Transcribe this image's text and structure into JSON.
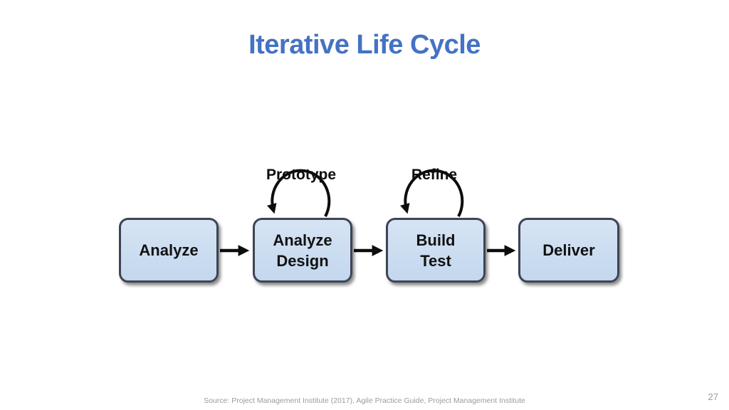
{
  "slide": {
    "title": "Iterative Life Cycle",
    "page_number": "27",
    "source_citation": "Source: Project Management Institute (2017), Agile Practice Guide, Project Management Institute"
  },
  "diagram": {
    "type": "flow-diagram",
    "boxes": [
      {
        "name": "analyze",
        "lines": [
          "Analyze"
        ]
      },
      {
        "name": "analyze-design",
        "lines": [
          "Analyze",
          "Design"
        ]
      },
      {
        "name": "build-test",
        "lines": [
          "Build",
          "Test"
        ]
      },
      {
        "name": "deliver",
        "lines": [
          "Deliver"
        ]
      }
    ],
    "flow_arrows": [
      {
        "from": "analyze",
        "to": "analyze-design"
      },
      {
        "from": "analyze-design",
        "to": "build-test"
      },
      {
        "from": "build-test",
        "to": "deliver"
      }
    ],
    "loop_labels": [
      {
        "label": "Prototype",
        "target": "analyze-design"
      },
      {
        "label": "Refine",
        "target": "build-test"
      }
    ],
    "colors": {
      "title_blue": "#4472C4",
      "box_fill": "#C9DCF0",
      "box_border": "#3D4455",
      "arrow": "#0D0D0D",
      "footer_gray": "#9B9B9B"
    }
  }
}
